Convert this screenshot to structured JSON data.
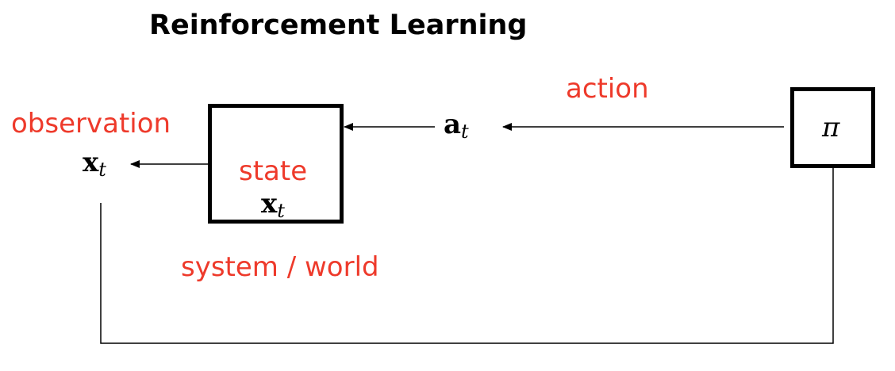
{
  "title": "Reinforcement Learning",
  "labels": {
    "action": "action",
    "observation": "observation",
    "state": "state",
    "system": "system / world"
  },
  "symbols": {
    "observation_var": "x",
    "observation_sub": "t",
    "state_var": "x",
    "state_sub": "t",
    "action_var": "a",
    "action_sub": "t",
    "policy": "π"
  },
  "colors": {
    "label": "#EE3A2B",
    "line": "#000000"
  }
}
